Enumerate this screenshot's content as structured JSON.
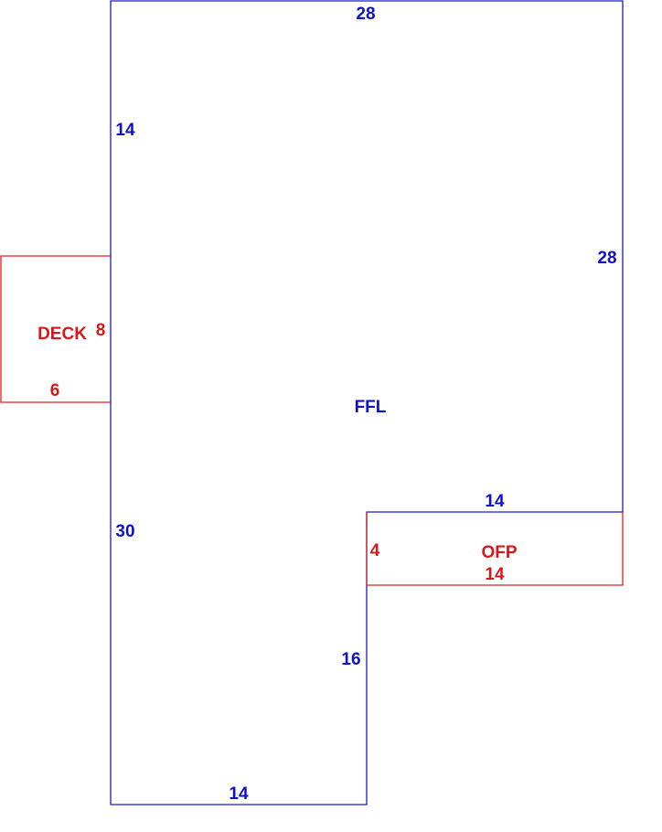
{
  "colors": {
    "ffl": "#1010c8",
    "ofp": "#d81818",
    "deck": "#d81818"
  },
  "areas": {
    "ffl": {
      "name": "FFL",
      "dims": {
        "top": "28",
        "left_upper": "14",
        "right": "28",
        "notch_top": "14",
        "left_lower": "30",
        "notch_side": "16",
        "bottom": "14"
      }
    },
    "deck": {
      "name": "DECK",
      "dims": {
        "side": "8",
        "bottom": "6"
      }
    },
    "ofp": {
      "name": "OFP",
      "dims": {
        "side": "4",
        "bottom": "14"
      }
    }
  }
}
